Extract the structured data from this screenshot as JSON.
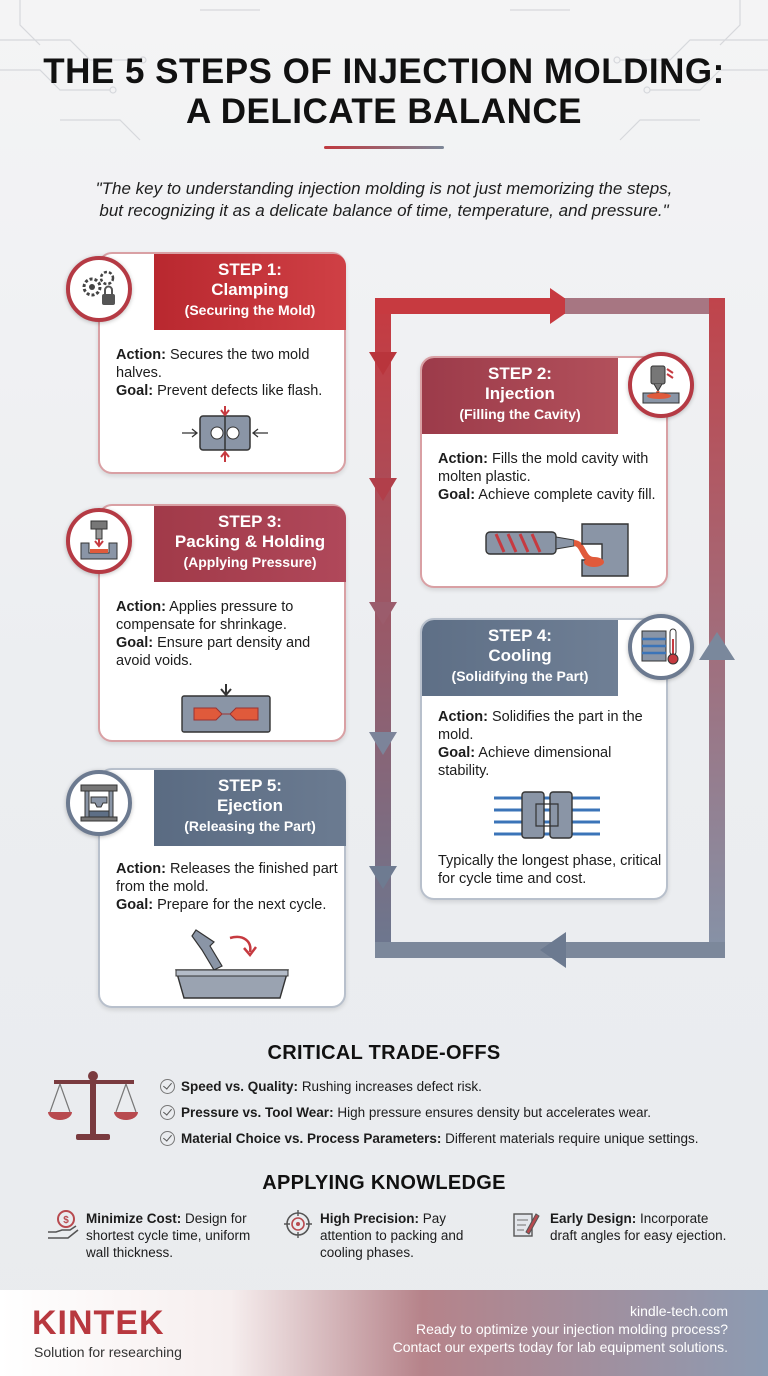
{
  "header": {
    "title_line1": "THE 5 STEPS OF INJECTION MOLDING:",
    "title_line2": "A DELICATE BALANCE",
    "quote_line1": "\"The key to understanding injection molding is not just memorizing the steps,",
    "quote_line2": "but recognizing it as a delicate balance of time, temperature, and pressure.\""
  },
  "steps": [
    {
      "step": "STEP 1:",
      "name": "Clamping",
      "sub": "(Securing the Mold)",
      "action_label": "Action:",
      "action": "Secures the two mold halves.",
      "goal_label": "Goal:",
      "goal": "Prevent defects like flash.",
      "icon": "gears-lock-icon",
      "illustration": "mold-clamp-illustration"
    },
    {
      "step": "STEP 2:",
      "name": "Injection",
      "sub": "(Filling the Cavity)",
      "action_label": "Action:",
      "action": "Fills the mold cavity with molten plastic.",
      "goal_label": "Goal:",
      "goal": "Achieve complete cavity fill.",
      "icon": "injection-nozzle-icon",
      "illustration": "screw-barrel-illustration"
    },
    {
      "step": "STEP 3:",
      "name": "Packing & Holding",
      "sub": "(Applying Pressure)",
      "action_label": "Action:",
      "action": "Applies pressure to compensate for shrinkage.",
      "goal_label": "Goal:",
      "goal": "Ensure part density and avoid voids.",
      "icon": "press-icon",
      "illustration": "pressure-mold-illustration"
    },
    {
      "step": "STEP 4:",
      "name": "Cooling",
      "sub": "(Solidifying the Part)",
      "action_label": "Action:",
      "action": "Solidifies the part in the mold.",
      "goal_label": "Goal:",
      "goal": "Achieve dimensional stability.",
      "note": "Typically the longest phase, critical for cycle time and cost.",
      "icon": "thermometer-icon",
      "illustration": "cooling-channels-illustration"
    },
    {
      "step": "STEP 5:",
      "name": "Ejection",
      "sub": "(Releasing the Part)",
      "action_label": "Action:",
      "action": "Releases the finished part from the mold.",
      "goal_label": "Goal:",
      "goal": "Prepare for the next cycle.",
      "icon": "ejector-icon",
      "illustration": "ejection-bin-illustration"
    }
  ],
  "tradeoffs": {
    "title": "CRITICAL TRADE-OFFS",
    "items": [
      {
        "label": "Speed vs. Quality:",
        "text": "Rushing increases defect risk."
      },
      {
        "label": "Pressure vs. Tool Wear:",
        "text": "High pressure ensures density but accelerates wear."
      },
      {
        "label": "Material Choice vs. Process Parameters:",
        "text": "Different materials require unique settings."
      }
    ]
  },
  "applying": {
    "title": "APPLYING KNOWLEDGE",
    "items": [
      {
        "label": "Minimize Cost:",
        "text": "Design for shortest cycle time, uniform wall thickness.",
        "icon": "cost-hand-icon"
      },
      {
        "label": "High Precision:",
        "text": "Pay attention to packing and cooling phases.",
        "icon": "target-icon"
      },
      {
        "label": "Early Design:",
        "text": "Incorporate draft angles for easy ejection.",
        "icon": "design-pencil-icon"
      }
    ]
  },
  "footer": {
    "logo": "KINTEK",
    "tagline": "Solution for researching",
    "url": "kindle-tech.com",
    "cta_line1": "Ready to optimize your injection molding process?",
    "cta_line2": "Contact our experts today for lab equipment solutions."
  },
  "colors": {
    "accent_red": "#b9282f",
    "accent_slate": "#5e6f86",
    "logo_red": "#b8383f"
  }
}
